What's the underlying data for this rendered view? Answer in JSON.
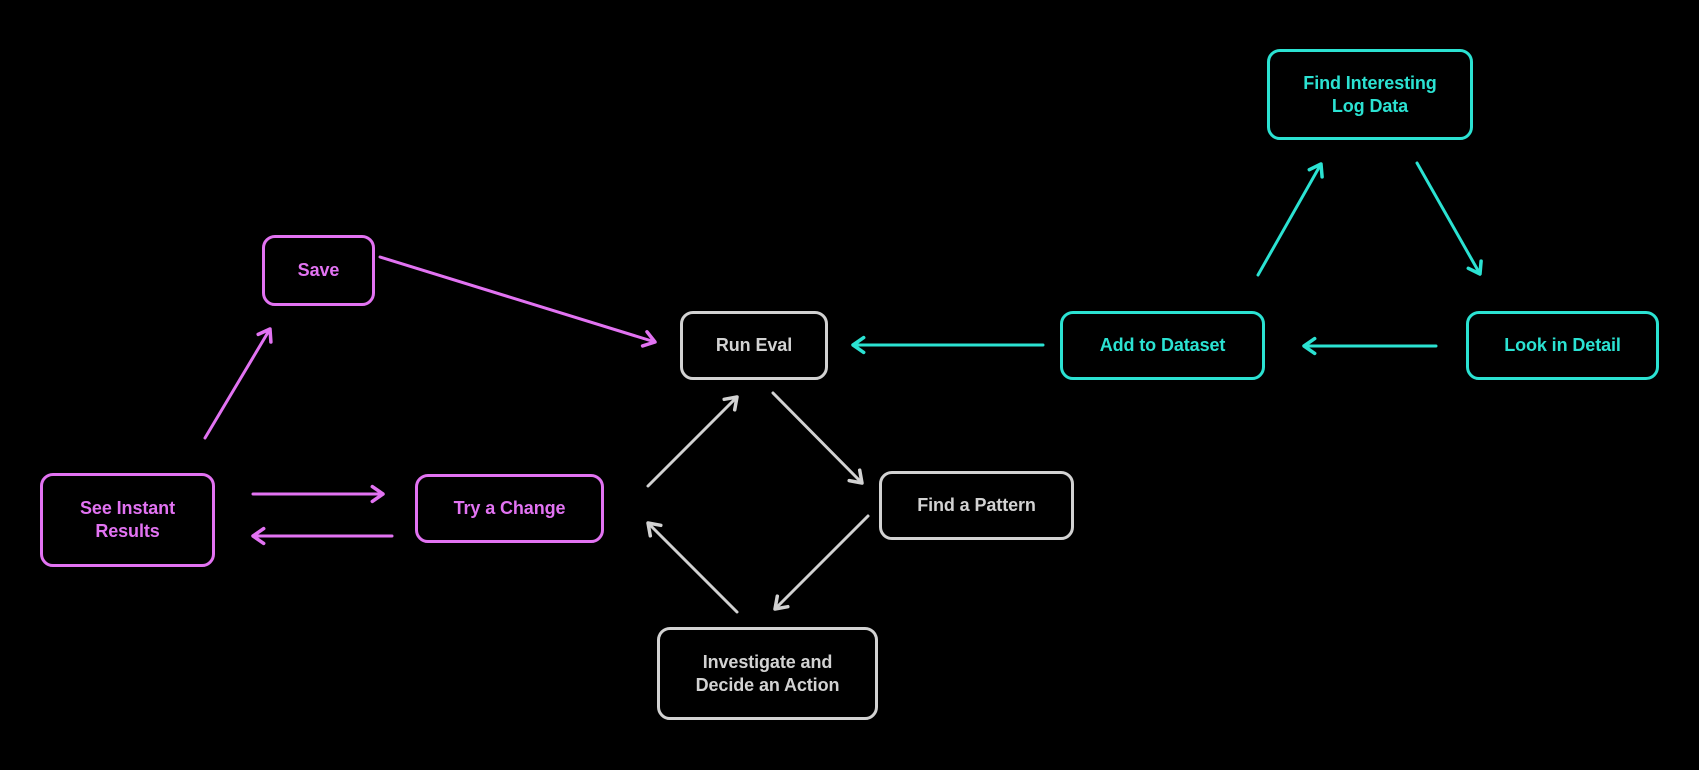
{
  "colors": {
    "background": "#000000",
    "magenta": "#E273F2",
    "cyan": "#2BE2D2",
    "gray": "#D2D2D2"
  },
  "nodes": [
    {
      "id": "find-interesting-log-data",
      "label": "Find Interesting\nLog Data",
      "color": "cyan"
    },
    {
      "id": "add-to-dataset",
      "label": "Add to Dataset",
      "color": "cyan"
    },
    {
      "id": "look-in-detail",
      "label": "Look in Detail",
      "color": "cyan"
    },
    {
      "id": "save",
      "label": "Save",
      "color": "magenta"
    },
    {
      "id": "see-instant-results",
      "label": "See Instant\nResults",
      "color": "magenta"
    },
    {
      "id": "try-a-change",
      "label": "Try a Change",
      "color": "magenta"
    },
    {
      "id": "run-eval",
      "label": "Run Eval",
      "color": "gray"
    },
    {
      "id": "find-a-pattern",
      "label": "Find a Pattern",
      "color": "gray"
    },
    {
      "id": "investigate-and-decide",
      "label": "Investigate and\nDecide an Action",
      "color": "gray"
    }
  ],
  "edges": [
    {
      "id": "see-instant-results-to-save",
      "from": "see-instant-results",
      "to": "save",
      "color": "magenta"
    },
    {
      "id": "save-to-run-eval",
      "from": "save",
      "to": "run-eval",
      "color": "magenta"
    },
    {
      "id": "see-instant-results-to-try-a-change",
      "from": "see-instant-results",
      "to": "try-a-change",
      "color": "magenta"
    },
    {
      "id": "try-a-change-to-see-instant-results",
      "from": "try-a-change",
      "to": "see-instant-results",
      "color": "magenta"
    },
    {
      "id": "try-a-change-to-run-eval",
      "from": "try-a-change",
      "to": "run-eval",
      "color": "gray"
    },
    {
      "id": "run-eval-to-find-a-pattern",
      "from": "run-eval",
      "to": "find-a-pattern",
      "color": "gray"
    },
    {
      "id": "find-a-pattern-to-investigate",
      "from": "find-a-pattern",
      "to": "investigate-and-decide",
      "color": "gray"
    },
    {
      "id": "investigate-to-try-a-change",
      "from": "investigate-and-decide",
      "to": "try-a-change",
      "color": "gray"
    },
    {
      "id": "add-to-dataset-to-run-eval",
      "from": "add-to-dataset",
      "to": "run-eval",
      "color": "cyan"
    },
    {
      "id": "look-in-detail-to-add-to-dataset",
      "from": "look-in-detail",
      "to": "add-to-dataset",
      "color": "cyan"
    },
    {
      "id": "add-to-dataset-to-find-interesting",
      "from": "add-to-dataset",
      "to": "find-interesting-log-data",
      "color": "cyan"
    },
    {
      "id": "find-interesting-to-look-in-detail",
      "from": "find-interesting-log-data",
      "to": "look-in-detail",
      "color": "cyan"
    }
  ]
}
